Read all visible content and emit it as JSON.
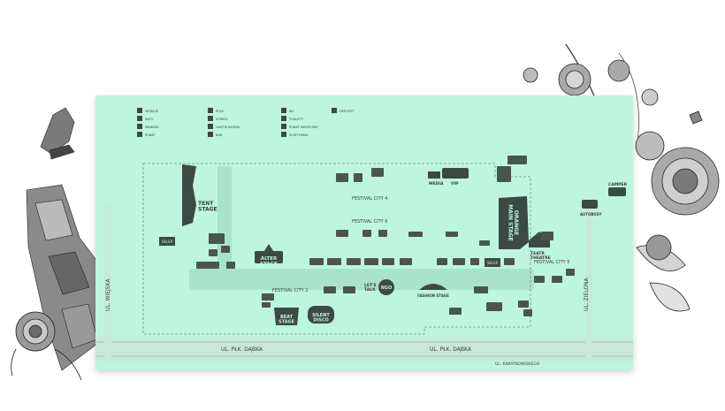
{
  "legend": [
    {
      "code": "WYJŚCIE",
      "text": "",
      "icon": "exit-icon"
    },
    {
      "code": "INFO",
      "text": "",
      "icon": "info-icon"
    },
    {
      "code": "PARKING",
      "text": "",
      "icon": "parking-icon"
    },
    {
      "code": "PUNKT",
      "text": "",
      "icon": "point-icon"
    },
    {
      "code": "POLE",
      "text": "",
      "icon": "camping-icon"
    },
    {
      "code": "STREFA",
      "text": "",
      "icon": "zone-icon"
    },
    {
      "code": "GASTRONOMIA",
      "text": "",
      "icon": "food-icon"
    },
    {
      "code": "BAR",
      "text": "",
      "icon": "bar-icon"
    },
    {
      "code": "WC",
      "text": "",
      "icon": "wc-icon"
    },
    {
      "code": "TOALETY",
      "text": "",
      "icon": "toilet-icon"
    },
    {
      "code": "PUNKT MEDYCZNY",
      "text": "",
      "icon": "medical-icon"
    },
    {
      "code": "PLATFORMA",
      "text": "",
      "icon": "accessibility-icon"
    },
    {
      "code": "DEPOZYT",
      "text": "",
      "icon": "deposit-icon"
    }
  ],
  "stages": {
    "tent": "TENT\nSTAGE",
    "alter": "ALTER\nSTAGE",
    "beat": "BEAT\nSTAGE",
    "silent": "SILENT\nDISCO",
    "orange": "ORANGE\nMAIN STAGE",
    "teatr": "TEATR\nTHEATRE",
    "fashion": "FASHION STAGE"
  },
  "festival_city": [
    "FESTIVAL CITY 2",
    "FESTIVAL CITY 4",
    "FESTIVAL CITY 5",
    "FESTIVAL CITY 6"
  ],
  "streets": {
    "wiejska": "UL. WIEJSKA",
    "dabka_left": "UL. PŁK. DĄBKA",
    "dabka_right": "UL. PŁK. DĄBKA",
    "zielona": "UL. ZIELONA",
    "kwiatkowskiego": "UL. KWIATKOWSKIEGO"
  },
  "labels": {
    "media": "MEDIA",
    "vip": "VIP",
    "camper": "CAMPER",
    "autobusy": "AUTOBUSY",
    "ngo": "NGO",
    "sklep": "SKLEP",
    "lets_talk": "LET'S\nTALK"
  },
  "colors": {
    "map_bg": "#bdf5de",
    "road": "#cfd6d3",
    "ink": "#3a3f3d",
    "stage_fill": "#3b4a45"
  }
}
